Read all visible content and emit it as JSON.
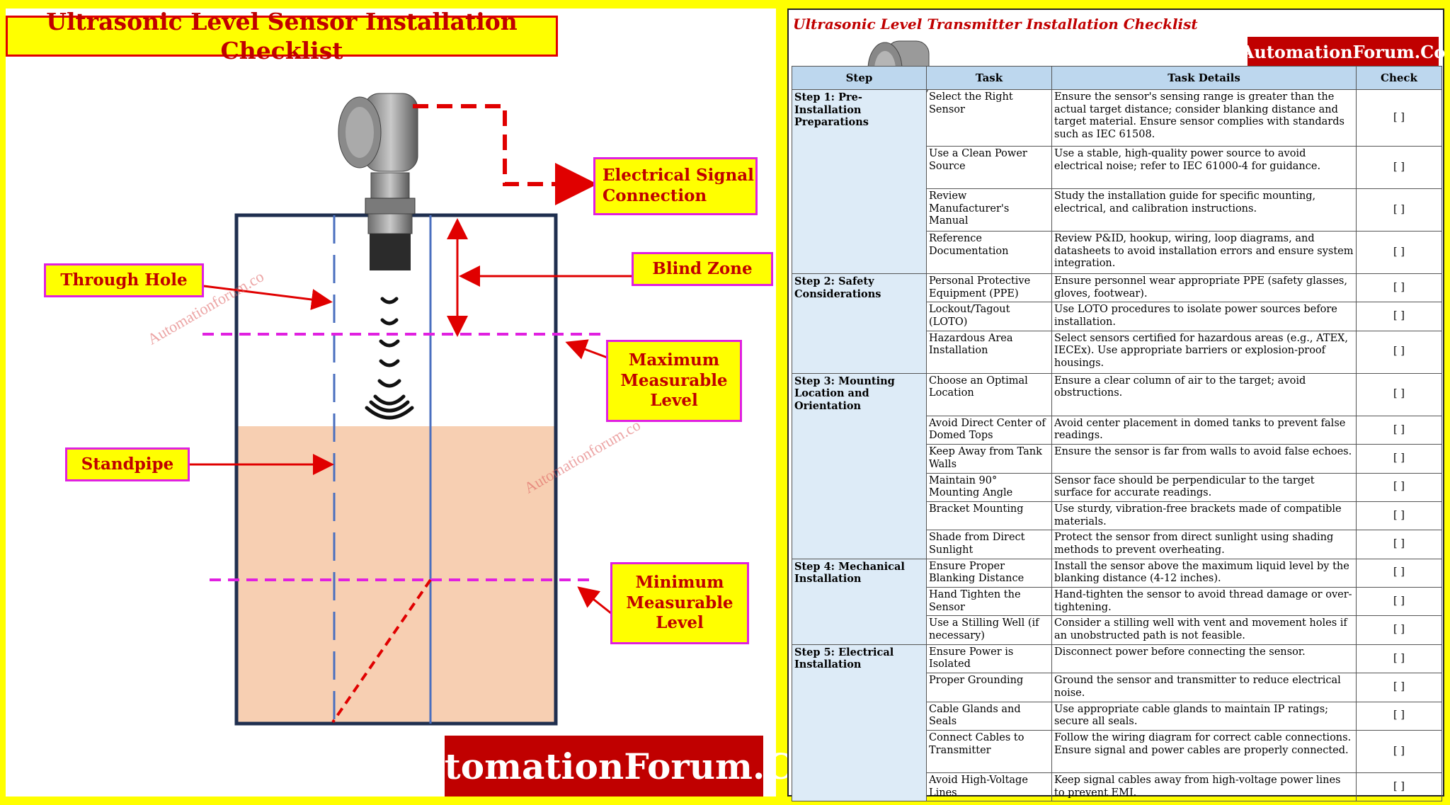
{
  "left": {
    "title": "Ultrasonic Level Sensor Installation Checklist",
    "labels": {
      "electrical": "Electrical Signal Connection",
      "through_hole": "Through Hole",
      "blind_zone": "Blind Zone",
      "max_level": "Maximum Measurable Level",
      "standpipe": "Standpipe",
      "min_level": "Minimum Measurable Level"
    },
    "watermark": "Automationforum.co",
    "brand": "AutomationForum.Co"
  },
  "right": {
    "title": "Ultrasonic Level Transmitter Installation Checklist",
    "brand": "AutomationForum.Co",
    "headers": [
      "Step",
      "Task",
      "Task Details",
      "Check"
    ],
    "steps": [
      {
        "name": "Step 1: Pre-Installation Preparations",
        "rows": [
          {
            "task": "Select the Right Sensor",
            "details": "Ensure the sensor's sensing range is greater than the actual target distance; consider blanking distance and target material. Ensure sensor complies with standards such as IEC 61508.",
            "check": "[ ]"
          },
          {
            "task": "Use a Clean Power Source",
            "details": "Use a stable, high-quality power source to avoid electrical noise; refer to IEC 61000-4 for guidance.",
            "check": "[ ]"
          },
          {
            "task": "Review Manufacturer's Manual",
            "details": "Study the installation guide for specific mounting, electrical, and calibration instructions.",
            "check": "[ ]"
          },
          {
            "task": "Reference Documentation",
            "details": "Review P&ID, hookup, wiring, loop diagrams, and datasheets to avoid installation errors and ensure system integration.",
            "check": "[ ]"
          }
        ]
      },
      {
        "name": "Step 2: Safety Considerations",
        "rows": [
          {
            "task": "Personal Protective Equipment (PPE)",
            "details": "Ensure personnel wear appropriate PPE (safety glasses, gloves, footwear).",
            "check": "[ ]"
          },
          {
            "task": "Lockout/Tagout (LOTO)",
            "details": "Use LOTO procedures to isolate power sources before installation.",
            "check": "[ ]"
          },
          {
            "task": "Hazardous Area Installation",
            "details": "Select sensors certified for hazardous areas (e.g., ATEX, IECEx). Use appropriate barriers or explosion-proof housings.",
            "check": "[ ]"
          }
        ]
      },
      {
        "name": "Step 3: Mounting Location and Orientation",
        "rows": [
          {
            "task": "Choose an Optimal Location",
            "details": "Ensure a clear column of air to the target; avoid obstructions.",
            "check": "[ ]"
          },
          {
            "task": "Avoid Direct Center of Domed Tops",
            "details": "Avoid center placement in domed tanks to prevent false readings.",
            "check": "[ ]"
          },
          {
            "task": "Keep Away from Tank Walls",
            "details": "Ensure the sensor is far from walls to avoid false echoes.",
            "check": "[ ]"
          },
          {
            "task": "Maintain 90° Mounting Angle",
            "details": "Sensor face should be perpendicular to the target surface for accurate readings.",
            "check": "[ ]"
          },
          {
            "task": "Bracket Mounting",
            "details": "Use sturdy, vibration-free brackets made of compatible materials.",
            "check": "[ ]"
          },
          {
            "task": "Shade from Direct Sunlight",
            "details": "Protect the sensor from direct sunlight using shading methods to prevent overheating.",
            "check": "[ ]"
          }
        ]
      },
      {
        "name": "Step 4: Mechanical Installation",
        "rows": [
          {
            "task": "Ensure Proper Blanking Distance",
            "details": "Install the sensor above the maximum liquid level by the blanking distance (4-12 inches).",
            "check": "[ ]"
          },
          {
            "task": "Hand Tighten the Sensor",
            "details": "Hand-tighten the sensor to avoid thread damage or over-tightening.",
            "check": "[ ]"
          },
          {
            "task": "Use a Stilling Well (if necessary)",
            "details": "Consider a stilling well with vent and movement holes if an unobstructed path is not feasible.",
            "check": "[ ]"
          }
        ]
      },
      {
        "name": "Step 5: Electrical Installation",
        "rows": [
          {
            "task": "Ensure Power is Isolated",
            "details": "Disconnect power before connecting the sensor.",
            "check": "[ ]"
          },
          {
            "task": "Proper Grounding",
            "details": "Ground the sensor and transmitter to reduce electrical noise.",
            "check": "[ ]"
          },
          {
            "task": "Cable Glands and Seals",
            "details": "Use appropriate cable glands to maintain IP ratings; secure all seals.",
            "check": "[ ]"
          },
          {
            "task": "Connect Cables to Transmitter",
            "details": "Follow the wiring diagram for correct cable connections. Ensure signal and power cables are properly connected.",
            "check": "[ ]"
          },
          {
            "task": "Avoid High-Voltage Lines",
            "details": "Keep signal cables away from high-voltage power lines to prevent EMI.",
            "check": "[ ]"
          }
        ]
      }
    ]
  }
}
